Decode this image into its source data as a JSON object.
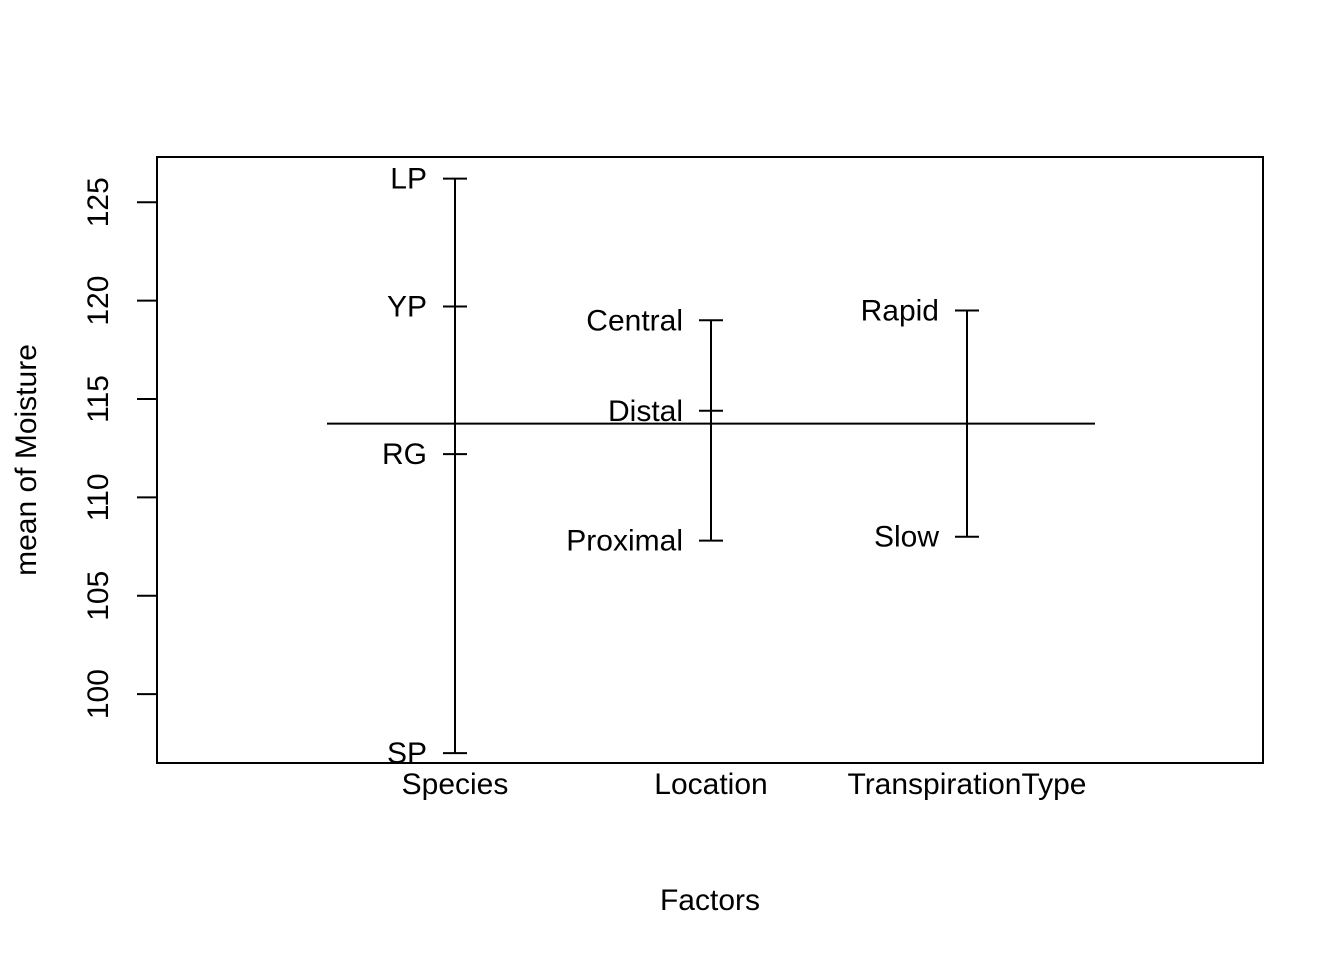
{
  "chart_data": {
    "type": "design-plot",
    "xlabel": "Factors",
    "ylabel": "mean of Moisture",
    "ylim": [
      96.5,
      127.3
    ],
    "y_ticks": [
      100,
      105,
      110,
      115,
      120,
      125
    ],
    "grand_mean": 113.75,
    "factors": [
      {
        "name": "Species",
        "levels": [
          {
            "label": "LP",
            "value": 126.2
          },
          {
            "label": "YP",
            "value": 119.7
          },
          {
            "label": "RG",
            "value": 112.2
          },
          {
            "label": "SP",
            "value": 97.0
          }
        ]
      },
      {
        "name": "Location",
        "levels": [
          {
            "label": "Central",
            "value": 119.0
          },
          {
            "label": "Distal",
            "value": 114.4
          },
          {
            "label": "Proximal",
            "value": 107.8
          }
        ]
      },
      {
        "name": "TranspirationType",
        "levels": [
          {
            "label": "Rapid",
            "value": 119.5
          },
          {
            "label": "Slow",
            "value": 108.0
          }
        ]
      }
    ],
    "grid": false,
    "legend": "none"
  }
}
